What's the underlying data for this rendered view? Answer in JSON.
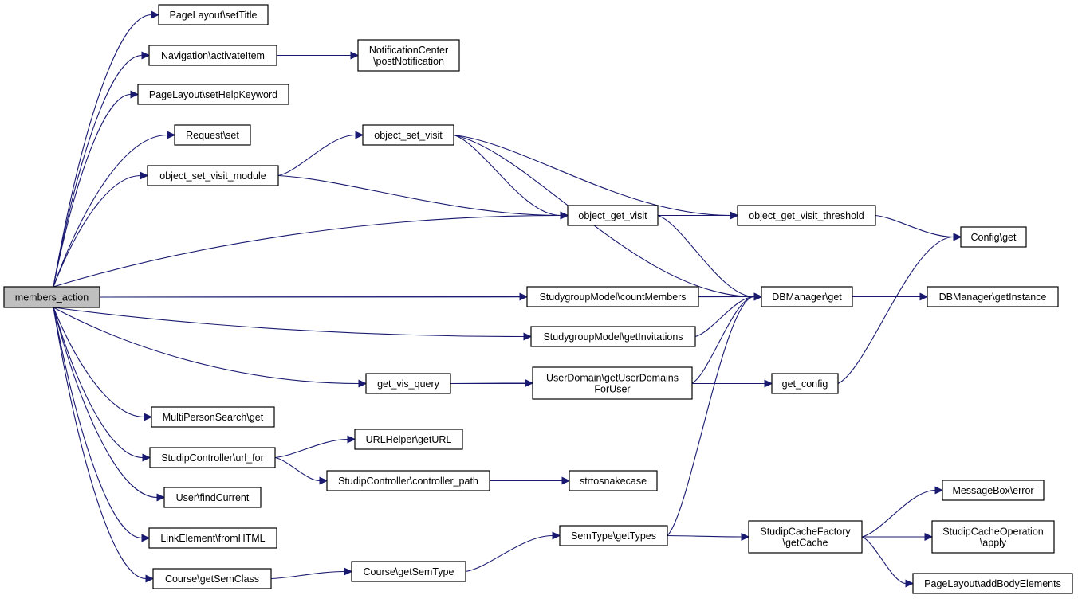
{
  "nodes": {
    "members_action": [
      "members_action"
    ],
    "pl_setTitle": [
      "PageLayout\\setTitle"
    ],
    "nav_activate": [
      "Navigation\\activateItem"
    ],
    "nc_post": [
      "NotificationCenter",
      "\\postNotification"
    ],
    "pl_setHelp": [
      "PageLayout\\setHelpKeyword"
    ],
    "req_set": [
      "Request\\set"
    ],
    "osv_module": [
      "object_set_visit_module"
    ],
    "osv": [
      "object_set_visit"
    ],
    "ogv": [
      "object_get_visit"
    ],
    "ogv_threshold": [
      "object_get_visit_threshold"
    ],
    "config_get": [
      "Config\\get"
    ],
    "db_get": [
      "DBManager\\get"
    ],
    "db_instance": [
      "DBManager\\getInstance"
    ],
    "sg_count": [
      "StudygroupModel\\countMembers"
    ],
    "sg_invites": [
      "StudygroupModel\\getInvitations"
    ],
    "get_vis_query": [
      "get_vis_query"
    ],
    "ud_domains": [
      "UserDomain\\getUserDomains",
      "ForUser"
    ],
    "get_config": [
      "get_config"
    ],
    "mps_get": [
      "MultiPersonSearch\\get"
    ],
    "sc_url_for": [
      "StudipController\\url_for"
    ],
    "url_get": [
      "URLHelper\\getURL"
    ],
    "sc_ctrl_path": [
      "StudipController\\controller_path"
    ],
    "snake": [
      "strtosnakecase"
    ],
    "user_find": [
      "User\\findCurrent"
    ],
    "link_html": [
      "LinkElement\\fromHTML"
    ],
    "course_semclass": [
      "Course\\getSemClass"
    ],
    "course_semtype": [
      "Course\\getSemType"
    ],
    "semtype_types": [
      "SemType\\getTypes"
    ],
    "cache_factory": [
      "StudipCacheFactory",
      "\\getCache"
    ],
    "msg_error": [
      "MessageBox\\error"
    ],
    "cache_op": [
      "StudipCacheOperation",
      "\\apply"
    ],
    "pl_body": [
      "PageLayout\\addBodyElements"
    ]
  },
  "edges": [
    [
      "members_action",
      "pl_setTitle"
    ],
    [
      "members_action",
      "nav_activate"
    ],
    [
      "members_action",
      "pl_setHelp"
    ],
    [
      "members_action",
      "req_set"
    ],
    [
      "members_action",
      "osv_module"
    ],
    [
      "members_action",
      "ogv"
    ],
    [
      "members_action",
      "db_get"
    ],
    [
      "members_action",
      "sg_count"
    ],
    [
      "members_action",
      "sg_invites"
    ],
    [
      "members_action",
      "get_vis_query"
    ],
    [
      "members_action",
      "mps_get"
    ],
    [
      "members_action",
      "sc_url_for"
    ],
    [
      "members_action",
      "user_find"
    ],
    [
      "members_action",
      "link_html"
    ],
    [
      "members_action",
      "course_semclass"
    ],
    [
      "nav_activate",
      "nc_post"
    ],
    [
      "osv_module",
      "osv"
    ],
    [
      "osv_module",
      "ogv"
    ],
    [
      "osv",
      "ogv"
    ],
    [
      "osv",
      "ogv_threshold"
    ],
    [
      "osv",
      "db_get"
    ],
    [
      "ogv",
      "ogv_threshold"
    ],
    [
      "ogv",
      "db_get"
    ],
    [
      "ogv_threshold",
      "config_get"
    ],
    [
      "db_get",
      "db_instance"
    ],
    [
      "sg_count",
      "db_get"
    ],
    [
      "sg_invites",
      "db_get"
    ],
    [
      "get_vis_query",
      "ud_domains"
    ],
    [
      "get_vis_query",
      "get_config"
    ],
    [
      "ud_domains",
      "db_get"
    ],
    [
      "get_config",
      "config_get"
    ],
    [
      "sc_url_for",
      "url_get"
    ],
    [
      "sc_url_for",
      "sc_ctrl_path"
    ],
    [
      "sc_ctrl_path",
      "snake"
    ],
    [
      "course_semclass",
      "course_semtype"
    ],
    [
      "course_semtype",
      "semtype_types"
    ],
    [
      "semtype_types",
      "db_get"
    ],
    [
      "semtype_types",
      "cache_factory"
    ],
    [
      "cache_factory",
      "msg_error"
    ],
    [
      "cache_factory",
      "cache_op"
    ],
    [
      "cache_factory",
      "pl_body"
    ]
  ]
}
